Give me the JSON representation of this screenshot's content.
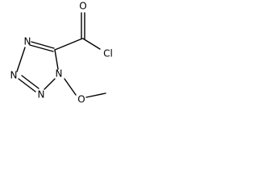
{
  "molecule": {
    "atoms": {
      "n_top": "N",
      "n_left": "N",
      "n_bottom": "N",
      "n_methoxy": "N",
      "oxygen_carbonyl": "O",
      "oxygen_methoxy": "O",
      "chlorine": "Cl"
    }
  }
}
